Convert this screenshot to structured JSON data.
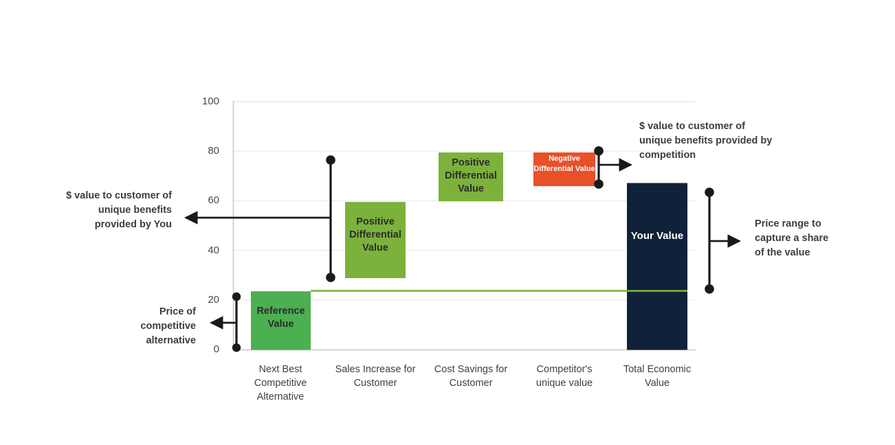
{
  "chart_data": {
    "type": "bar",
    "title": "",
    "subtitle": "",
    "xlabel": "",
    "ylabel": "",
    "ylim": [
      0,
      100
    ],
    "yticks": [
      0,
      20,
      40,
      60,
      80,
      100
    ],
    "grid": true,
    "legend": "none",
    "chart_style": "waterfall",
    "categories": [
      "Next Best Competitive Alternative",
      "Sales Increase for Customer",
      "Cost Savings for Customer",
      "Competitor's unique value",
      "Total Economic Value"
    ],
    "bars": [
      {
        "category": "Next Best Competitive Alternative",
        "label": "Reference Value",
        "base": 0,
        "top": 23.5,
        "value": 23.5,
        "color": "#4caf50",
        "text_color": "#2b2b2b"
      },
      {
        "category": "Sales Increase for Customer",
        "label": "Positive Differential Value",
        "base": 28.8,
        "top": 59.5,
        "value": 30.7,
        "color": "#7cb23c",
        "text_color": "#2b2b2b"
      },
      {
        "category": "Cost Savings for Customer",
        "label": "Positive Differential Value",
        "base": 59.8,
        "top": 79.5,
        "value": 19.7,
        "color": "#7cb23c",
        "text_color": "#2b2b2b"
      },
      {
        "category": "Competitor's unique value",
        "label": "Negative Differential Value",
        "base": 65.9,
        "top": 79.5,
        "value": 13.6,
        "color": "#e8502a",
        "text_color": "#ffffff"
      },
      {
        "category": "Total Economic Value",
        "label": "Your Value",
        "base": 0,
        "top": 67.3,
        "value": 67.3,
        "color": "#102239",
        "text_color": "#ffffff"
      }
    ],
    "reference_line": {
      "value": 23.8,
      "color": "#7cb23c",
      "from_category": "Next Best Competitive Alternative",
      "to_category": "Total Economic Value"
    },
    "range_markers": [
      {
        "name": "price-of-competitive-alternative",
        "at_category": "Next Best Competitive Alternative",
        "low": 0.8,
        "high": 21.3,
        "arrow_direction": "left",
        "arrow_at": 10.8
      },
      {
        "name": "value-of-your-unique-benefits",
        "at_category": "Sales Increase for Customer",
        "low": 29.1,
        "high": 76.4,
        "arrow_direction": "left",
        "arrow_at": 53.2
      },
      {
        "name": "value-of-competitor-unique-benefits",
        "at_category": "Competitor's unique value",
        "low": 66.7,
        "high": 80.0,
        "arrow_direction": "right",
        "arrow_at": 74.5
      },
      {
        "name": "price-range-to-capture-share",
        "at_category": "Total Economic Value",
        "low": 24.4,
        "high": 63.4,
        "arrow_direction": "right",
        "arrow_at": 43.8
      }
    ],
    "annotations": [
      {
        "name": "value-of-your-unique-benefits",
        "text": "$ value to customer of unique benefits provided by You",
        "lines": [
          "$ value to",
          "customer of unique",
          "benefits provided",
          "by You"
        ],
        "align": "right"
      },
      {
        "name": "price-of-competitive-alternative",
        "text": "Price of competitive alternative",
        "lines": [
          "Price of",
          "competitive",
          "alternative"
        ],
        "align": "right"
      },
      {
        "name": "value-of-competitor-unique-benefits",
        "text": "$ value to customer of unique benefits provided by competition",
        "lines": [
          "$ value to customer of",
          "unique benefits provided",
          "by competition"
        ],
        "align": "left"
      },
      {
        "name": "price-range-to-capture-share",
        "text": "Price range to capture a share of the value",
        "lines": [
          "Price range to",
          "capture a",
          "share of the",
          "value"
        ],
        "align": "left"
      }
    ],
    "colors": {
      "reference_green": "#4caf50",
      "positive_green": "#7cb23c",
      "negative_orange": "#e8502a",
      "total_navy": "#102239",
      "grid": "#e8e8e8",
      "axis": "#c9c9c9",
      "marker_black": "#1a1a1a",
      "text": "#3d3d3d"
    }
  }
}
